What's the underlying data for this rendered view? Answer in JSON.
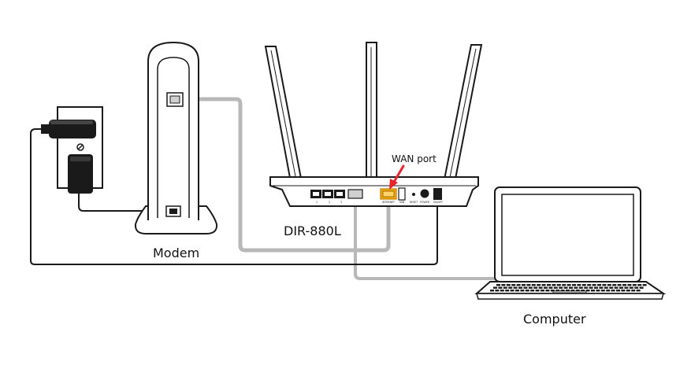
{
  "labels": {
    "modem": "Modem",
    "router": "DIR-880L",
    "computer": "Computer",
    "wan_port": "WAN port"
  },
  "router_port_labels": {
    "lan1": "1",
    "lan2": "2",
    "lan3": "3",
    "internet": "INTERNET",
    "usb": "USB",
    "reset": "RESET",
    "power": "POWER",
    "on_off": "ON/OFF"
  },
  "colors": {
    "outline": "#1a1a1a",
    "cable_gray": "#b8b8b8",
    "power_cord": "#1a1a1a",
    "wan_highlight": "#f2a900",
    "arrow": "#e8232a"
  },
  "icons": [
    "power-adapter-icon",
    "wall-outlet-icon",
    "modem-icon",
    "router-icon",
    "laptop-icon",
    "arrow-icon"
  ]
}
